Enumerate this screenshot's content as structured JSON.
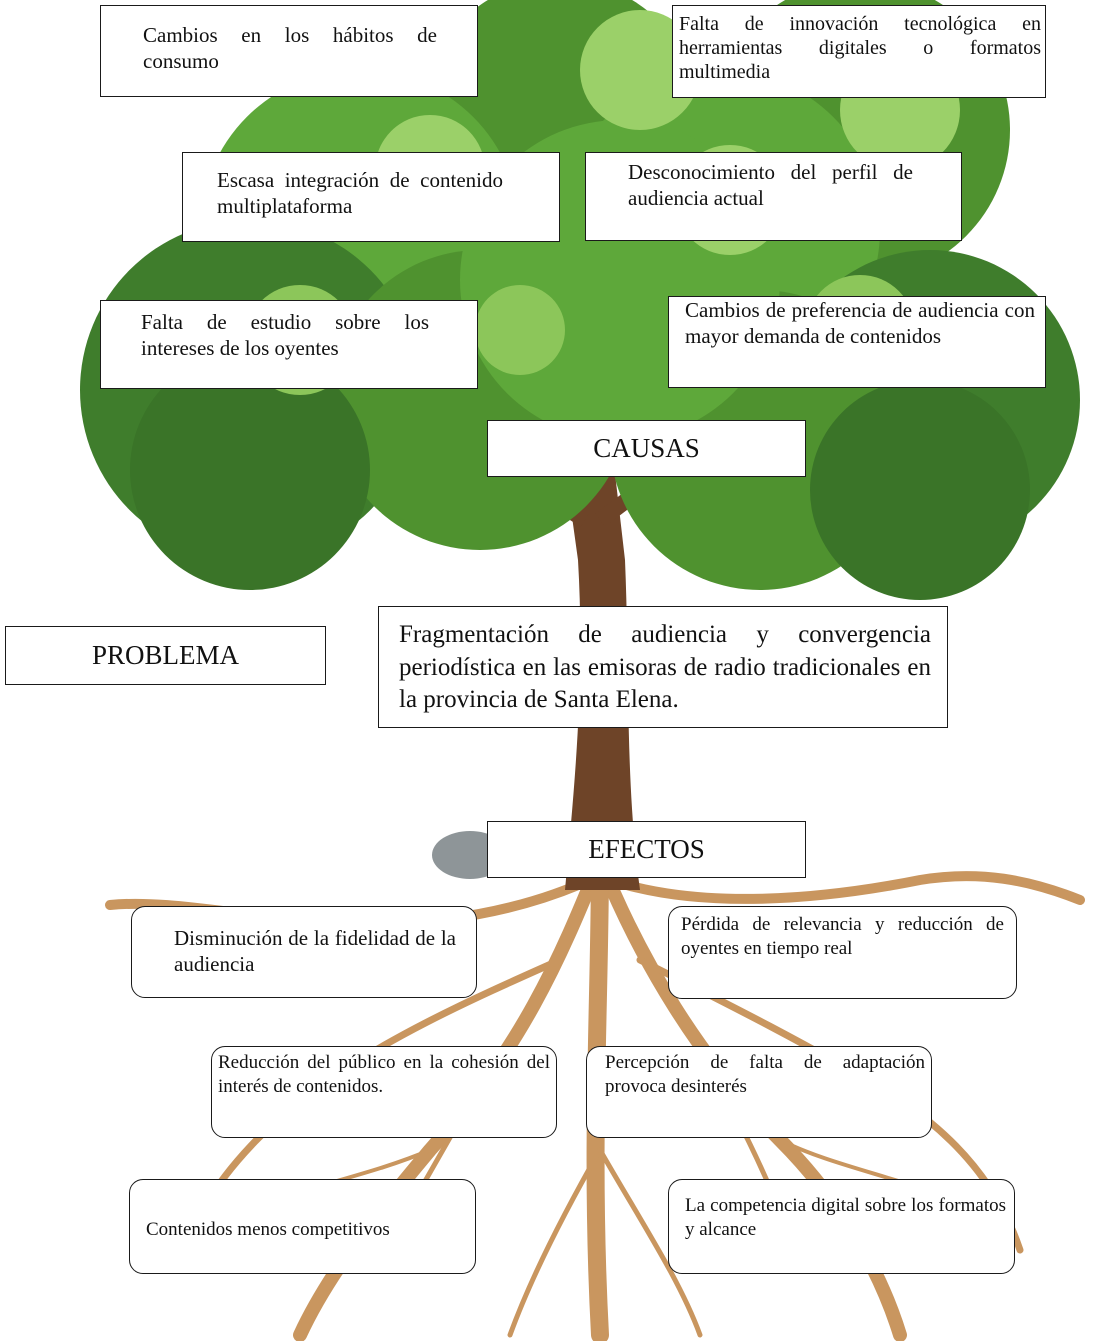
{
  "causes": {
    "heading": "CAUSAS",
    "items": [
      "Cambios en los hábitos de consumo",
      "Falta de innovación tecnológica en herramientas digitales o formatos multimedia",
      "Escasa integración de contenido multiplataforma",
      "Desconocimiento del perfil de audiencia actual",
      "Falta de estudio sobre los intereses de los oyentes",
      "Cambios de preferencia de audiencia con mayor demanda de contenidos"
    ]
  },
  "problem": {
    "label": "PROBLEMA",
    "text": "Fragmentación de audiencia y convergencia periodística en las emisoras de radio tradicionales en la provincia de Santa Elena."
  },
  "effects": {
    "heading": "EFECTOS",
    "items": [
      "Disminución de la fidelidad de la audiencia",
      "Pérdida de relevancia y reducción de oyentes en tiempo real",
      "Reducción del público en la cohesión del interés de contenidos.",
      "Percepción de falta de adaptación provoca desinterés",
      "Contenidos menos competitivos",
      "La competencia digital sobre los formatos y alcance"
    ]
  },
  "colors": {
    "leaf_dark": "#3f7d2c",
    "leaf_mid": "#5ea83a",
    "leaf_light": "#9bd069",
    "trunk": "#6e4428",
    "root": "#c9965f"
  }
}
